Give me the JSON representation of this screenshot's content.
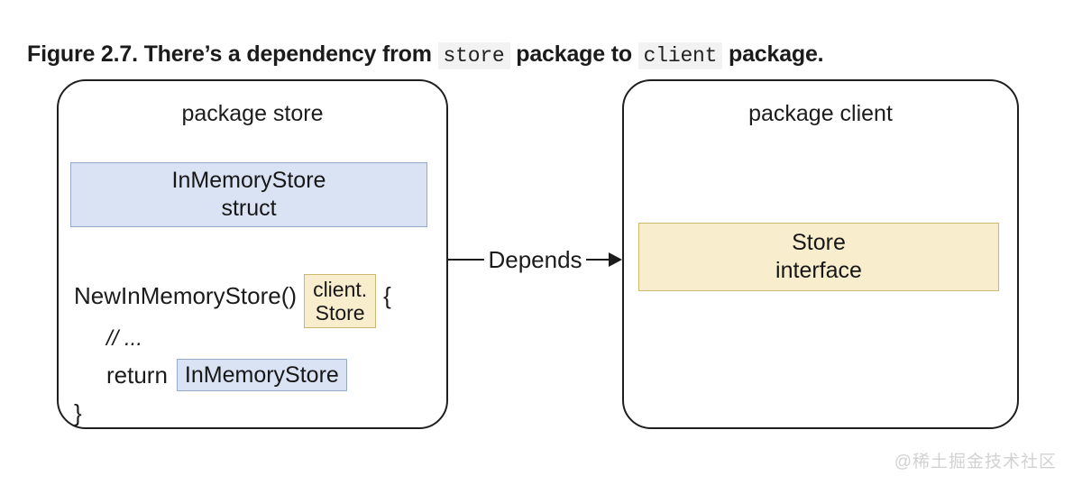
{
  "caption": {
    "prefix": "Figure 2.7. There’s a dependency from",
    "code1": "store",
    "middle": "package to",
    "code2": "client",
    "suffix": "package."
  },
  "diagram": {
    "type": "package-dependency",
    "packages": [
      {
        "id": "store",
        "title": "package store",
        "members": [
          {
            "name": "InMemoryStore",
            "kind": "struct",
            "color": "#dae3f3"
          }
        ]
      },
      {
        "id": "client",
        "title": "package client",
        "members": [
          {
            "name": "Store",
            "kind": "interface",
            "color": "#f8edcd"
          }
        ]
      }
    ],
    "edge": {
      "label": "Depends",
      "from": "store",
      "to": "client",
      "arrowhead": "filled-triangle"
    },
    "code": {
      "signature": "NewInMemoryStore()",
      "return_type_line1": "client.",
      "return_type_line2": "Store",
      "open_brace": "{",
      "comment": "// ...",
      "return_keyword": "return",
      "return_value": "InMemoryStore",
      "close_brace": "}"
    }
  },
  "watermark": "@稀土掘金技术社区",
  "colors": {
    "blue_fill": "#dae3f3",
    "blue_border": "#97a9c8",
    "cream_fill": "#f8edcd",
    "cream_border": "#ccb86f",
    "outline": "#1f1f1f",
    "code_span_bg": "#f2f2f2"
  }
}
